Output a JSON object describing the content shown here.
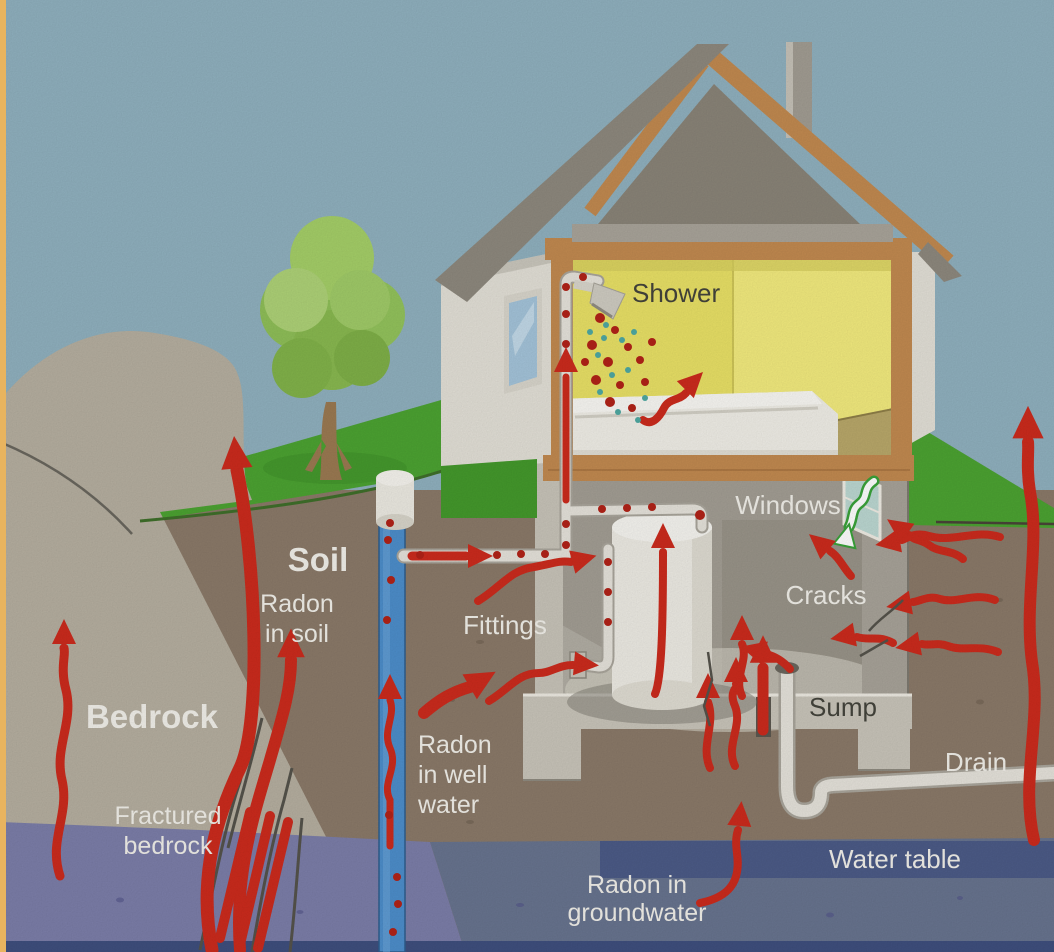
{
  "labels": {
    "shower": "Shower",
    "windows": "Windows",
    "cracks": "Cracks",
    "sump": "Sump",
    "drain": "Drain",
    "water_table": "Water table",
    "fittings": "Fittings",
    "soil": "Soil",
    "radon_in_soil": [
      "Radon",
      "in soil"
    ],
    "bedrock": "Bedrock",
    "fractured_bedrock": [
      "Fractured",
      "bedrock"
    ],
    "radon_in_well_water": [
      "Radon",
      "in well",
      "water"
    ],
    "radon_in_groundwater": [
      "Radon in",
      "groundwater"
    ]
  },
  "colors": {
    "sky": "#90b1bf",
    "grass": "#4ca332",
    "grass_front": "#44992c",
    "soil": "#8b7a69",
    "bedrock": "#b6afa0",
    "groundwater_left": "#7c7ea9",
    "groundwater_right": "#68748f",
    "water_table_band": "#4c5b87",
    "bottom_band": "#3f4f7e",
    "radon_red": "#cc2b1d",
    "radon_dot": "#b22318",
    "water_dot_teal": "#4fa9a2",
    "well_blue": "#4d8ecb",
    "room_wall_left": "#e9e166",
    "room_wall_right": "#f3eb7e",
    "room_floor": "#b9a86a",
    "roof_gray": "#8e897e",
    "roof_trim": "#c28a50",
    "attic_gray": "#8a8478",
    "concrete": "#a39e94",
    "concrete_light": "#c9c5ba",
    "pipe_light": "#e6e3db",
    "pipe_edge": "#aaa69c",
    "house_wall_white": "#e3e0d7",
    "tree_green": "#a5cf68",
    "tree_trunk": "#9b7a52",
    "window_arrow_green": "#3aa33a",
    "page_edge": "#e8b45f",
    "label_white": "#f2f0ea",
    "label_dark": "#44443c"
  }
}
